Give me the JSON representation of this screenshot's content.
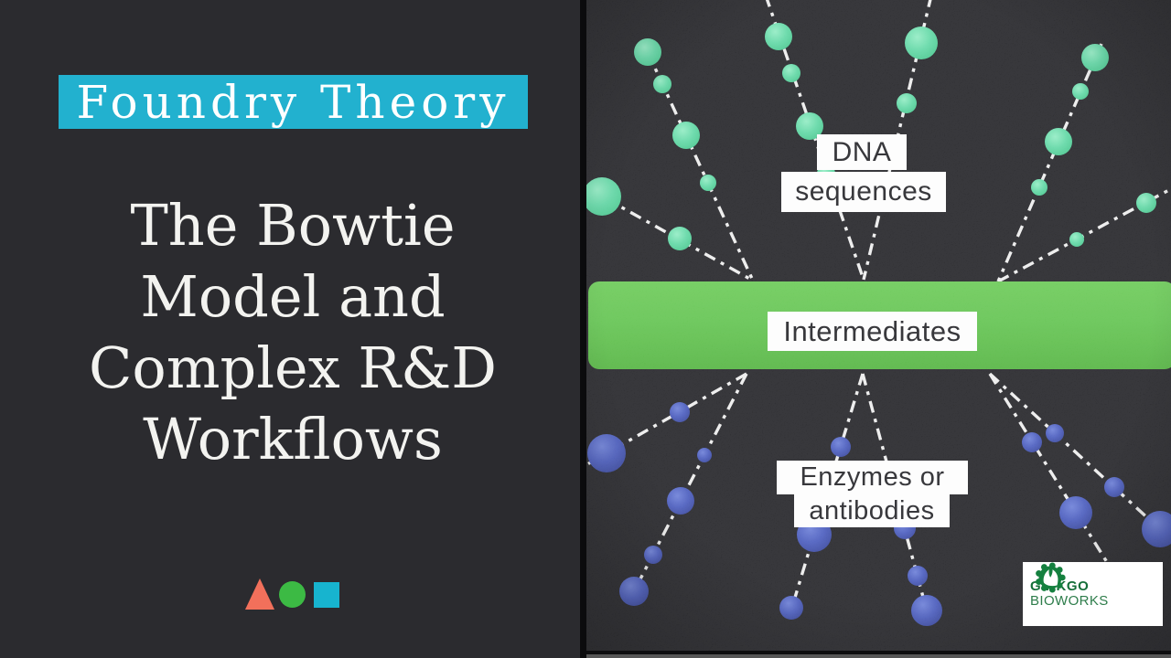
{
  "slide": {
    "badge_label": "Foundry Theory",
    "title_lines": [
      "The Bowtie",
      "Model and",
      "Complex R&D",
      "Workflows"
    ],
    "decorative_shapes": [
      "triangle",
      "circle",
      "square"
    ]
  },
  "diagram": {
    "type": "bowtie",
    "labels": {
      "top_line1": "DNA",
      "top_line2": "sequences",
      "center": "Intermediates",
      "bottom_line1": "Enzymes or",
      "bottom_line2": "antibodies"
    },
    "top_nodes": "DNA sequences shown as mint-green dots on dashed lines converging into the intermediates bar",
    "bottom_nodes": "Enzymes or antibodies shown as blue dots on dashed lines diverging from the intermediates bar"
  },
  "logo": {
    "line1": "GINKGO",
    "line2": "BIOWORKS"
  },
  "colors": {
    "left_bg": "#2b2b2f",
    "right_bg": "#242428",
    "badge_bg": "#22b1cf",
    "badge_text": "#ffffff",
    "title_text": "#f3f3f0",
    "triangle": "#f2705b",
    "circle": "#3cba44",
    "square": "#17b4cf",
    "intermediates_bar": "#5fc14d",
    "top_dots": "#67dcaa",
    "bottom_dots": "#4a5cbe",
    "dashed_lines": "#ededed",
    "label_bg": "#fdfdfd",
    "label_text": "#38383c",
    "logo_green": "#156f39"
  }
}
